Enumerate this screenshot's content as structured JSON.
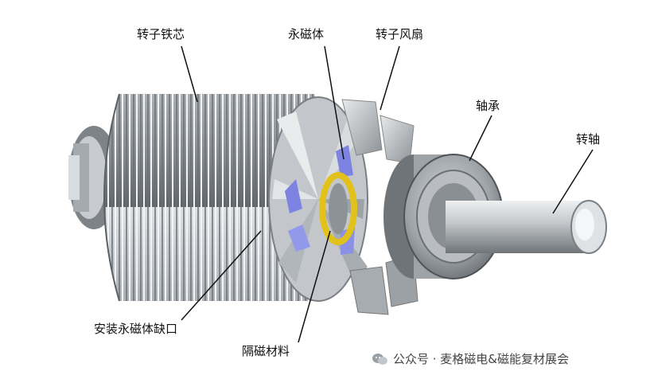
{
  "labels": {
    "rotor_core": "转子铁芯",
    "permanent_magnet": "永磁体",
    "rotor_fan": "转子风扇",
    "bearing": "轴承",
    "shaft": "转轴",
    "magnet_slot": "安装永磁体缺口",
    "isolation_material": "隔磁材料"
  },
  "watermark": {
    "text": "公众号 · 麦格磁电&磁能复材展会",
    "icon": "wechat-icon"
  },
  "colors": {
    "core": "#9aa0a6",
    "magnet": "#7d83e0",
    "isolation": "#e2c21a",
    "shaft": "#c9cdd1"
  }
}
